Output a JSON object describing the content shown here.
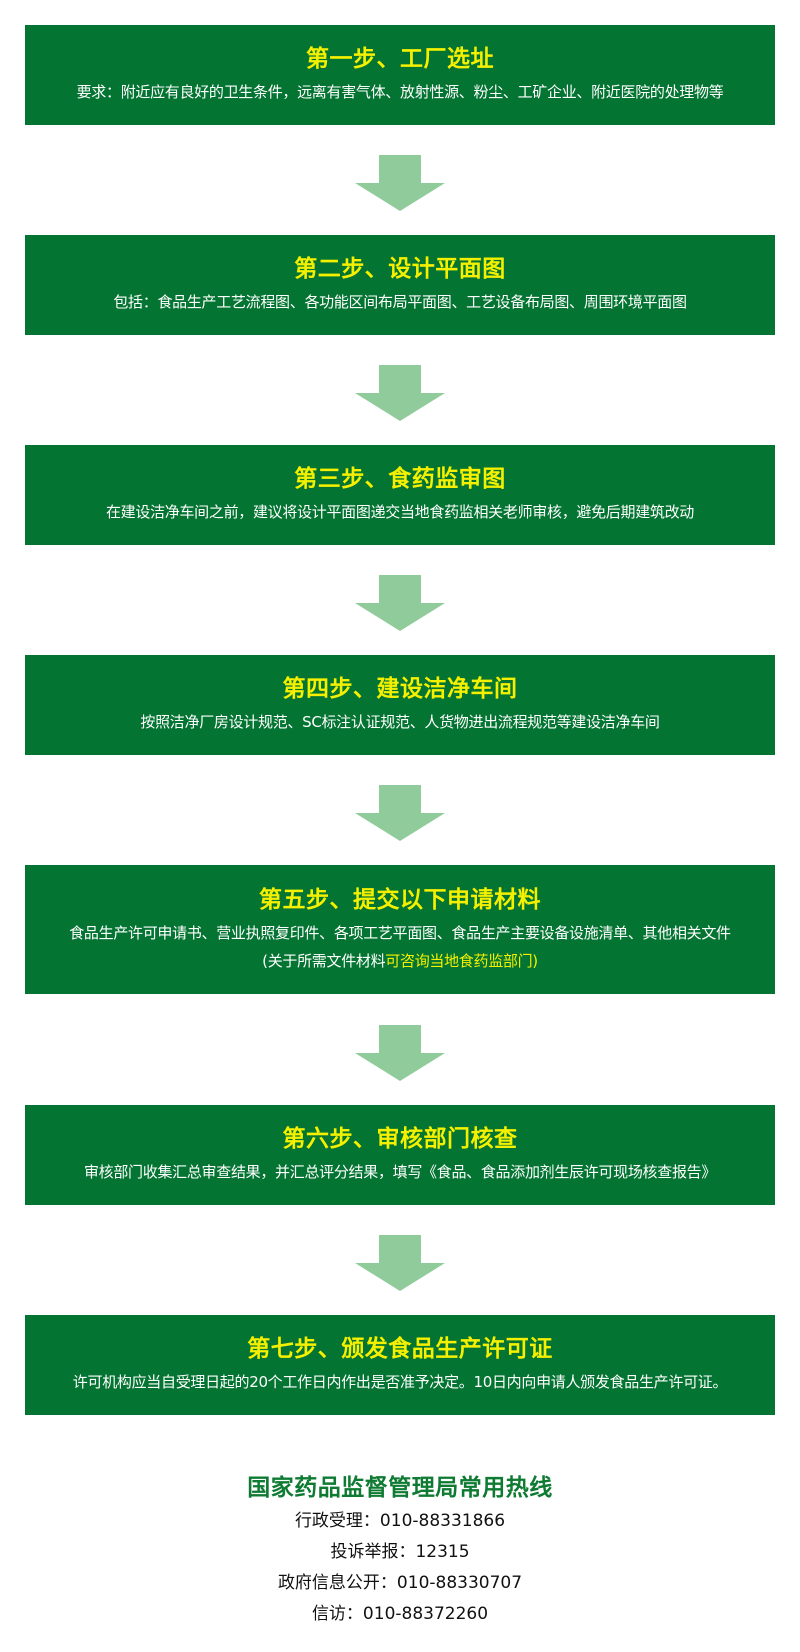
{
  "colors": {
    "box_bg": "#037431",
    "title_yellow": "#f5f000",
    "arrow": "#8fcb9b",
    "hotline_title": "#0e7a32"
  },
  "steps": [
    {
      "title": "第一步、工厂选址",
      "desc": "要求：附近应有良好的卫生条件，远离有害气体、放射性源、粉尘、工矿企业、附近医院的处理物等"
    },
    {
      "title": "第二步、设计平面图",
      "desc": "包括：食品生产工艺流程图、各功能区间布局平面图、工艺设备布局图、周围环境平面图"
    },
    {
      "title": "第三步、食药监审图",
      "desc": "在建设洁净车间之前，建议将设计平面图递交当地食药监相关老师审核，避免后期建筑改动"
    },
    {
      "title": "第四步、建设洁净车间",
      "desc": "按照洁净厂房设计规范、SC标注认证规范、人货物进出流程规范等建设洁净车间"
    },
    {
      "title": "第五步、提交以下申请材料",
      "desc": "食品生产许可申请书、营业执照复印件、各项工艺平面图、食品生产主要设备设施清单、其他相关文件",
      "note_plain": "(关于所需文件材料",
      "note_highlight": "可咨询当地食药监部门)"
    },
    {
      "title": "第六步、审核部门核查",
      "desc": "审核部门收集汇总审查结果，并汇总评分结果，填写《食品、食品添加剂生辰许可现场核查报告》"
    },
    {
      "title": "第七步、颁发食品生产许可证",
      "desc": "许可机构应当自受理日起的20个工作日内作出是否准予决定。10日内向申请人颁发食品生产许可证。"
    }
  ],
  "arrow_icon": "down-arrow-icon",
  "hotline": {
    "title": "国家药品监督管理局常用热线",
    "items": [
      "行政受理：010-88331866",
      "投诉举报：12315",
      "政府信息公开：010-88330707",
      "信访：010-88372260"
    ]
  }
}
